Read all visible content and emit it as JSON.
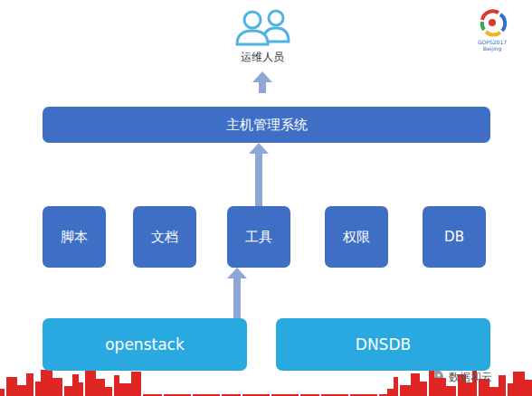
{
  "diagram": {
    "nodes": [
      {
        "text": [
          "主机管理系统"
        ]
      },
      {
        "text": [
          "脚本"
        ]
      },
      {
        "text": [
          "文档"
        ]
      },
      {
        "text": [
          "工具"
        ]
      },
      {
        "text": [
          "权限"
        ]
      },
      {
        "text": [
          "DB"
        ]
      },
      {
        "text": [
          "openstack"
        ]
      },
      {
        "text": [
          "DNSDB"
        ]
      }
    ],
    "edges": [
      {
        "from": 3,
        "to": 0,
        "arrow": "to"
      },
      {
        "from": 6,
        "to": 3,
        "arrow": "to"
      }
    ],
    "labels": [
      "运维人员",
      "GOPS2017",
      "Beijing",
      "数据和云"
    ]
  }
}
